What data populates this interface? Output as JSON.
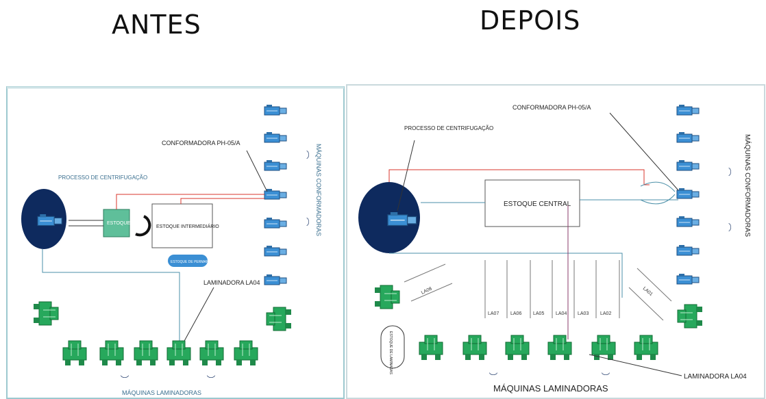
{
  "titles": {
    "before": "ANTES",
    "after": "DEPOIS"
  },
  "before": {
    "process": "PROCESSO DE CENTRIFUGAÇÃO",
    "conformadora": "CONFORMADORA PH-05/A",
    "estoque": "ESTOQUE",
    "estoque_intermediario": "ESTOQUE INTERMEDIÁRIO",
    "estoque_bubble": "ESTOQUE DE PERMANÊNCIA",
    "laminadora": "LAMINADORA LA04",
    "conformadoras_label": "MÁQUINAS CONFORMADORAS",
    "laminadoras_label": "MÁQUINAS LAMINADORAS"
  },
  "after": {
    "process": "PROCESSO DE CENTRIFUGAÇÃO",
    "conformadora": "CONFORMADORA PH-05/A",
    "estoque_central": "ESTOQUE CENTRAL",
    "la08": "LA08",
    "la01": "LA01",
    "lanes": [
      "LA07",
      "LA06",
      "LA05",
      "LA04",
      "LA03",
      "LA02"
    ],
    "estoque_oval": "ESTOQUE DE LAMINADAS",
    "laminadora": "LAMINADORA LA04",
    "conformadoras_label": "MÁQUINAS CONFORMADORAS",
    "laminadoras_label": "MÁQUINAS LAMINADORAS"
  },
  "colors": {
    "machine_blue": "#3b8fd4",
    "machine_green": "#27a85c",
    "process_navy": "#0e2a5e",
    "flow_red": "#d9342b",
    "frame": "#9cc8cf",
    "stock_box": "#5fbf9a"
  }
}
